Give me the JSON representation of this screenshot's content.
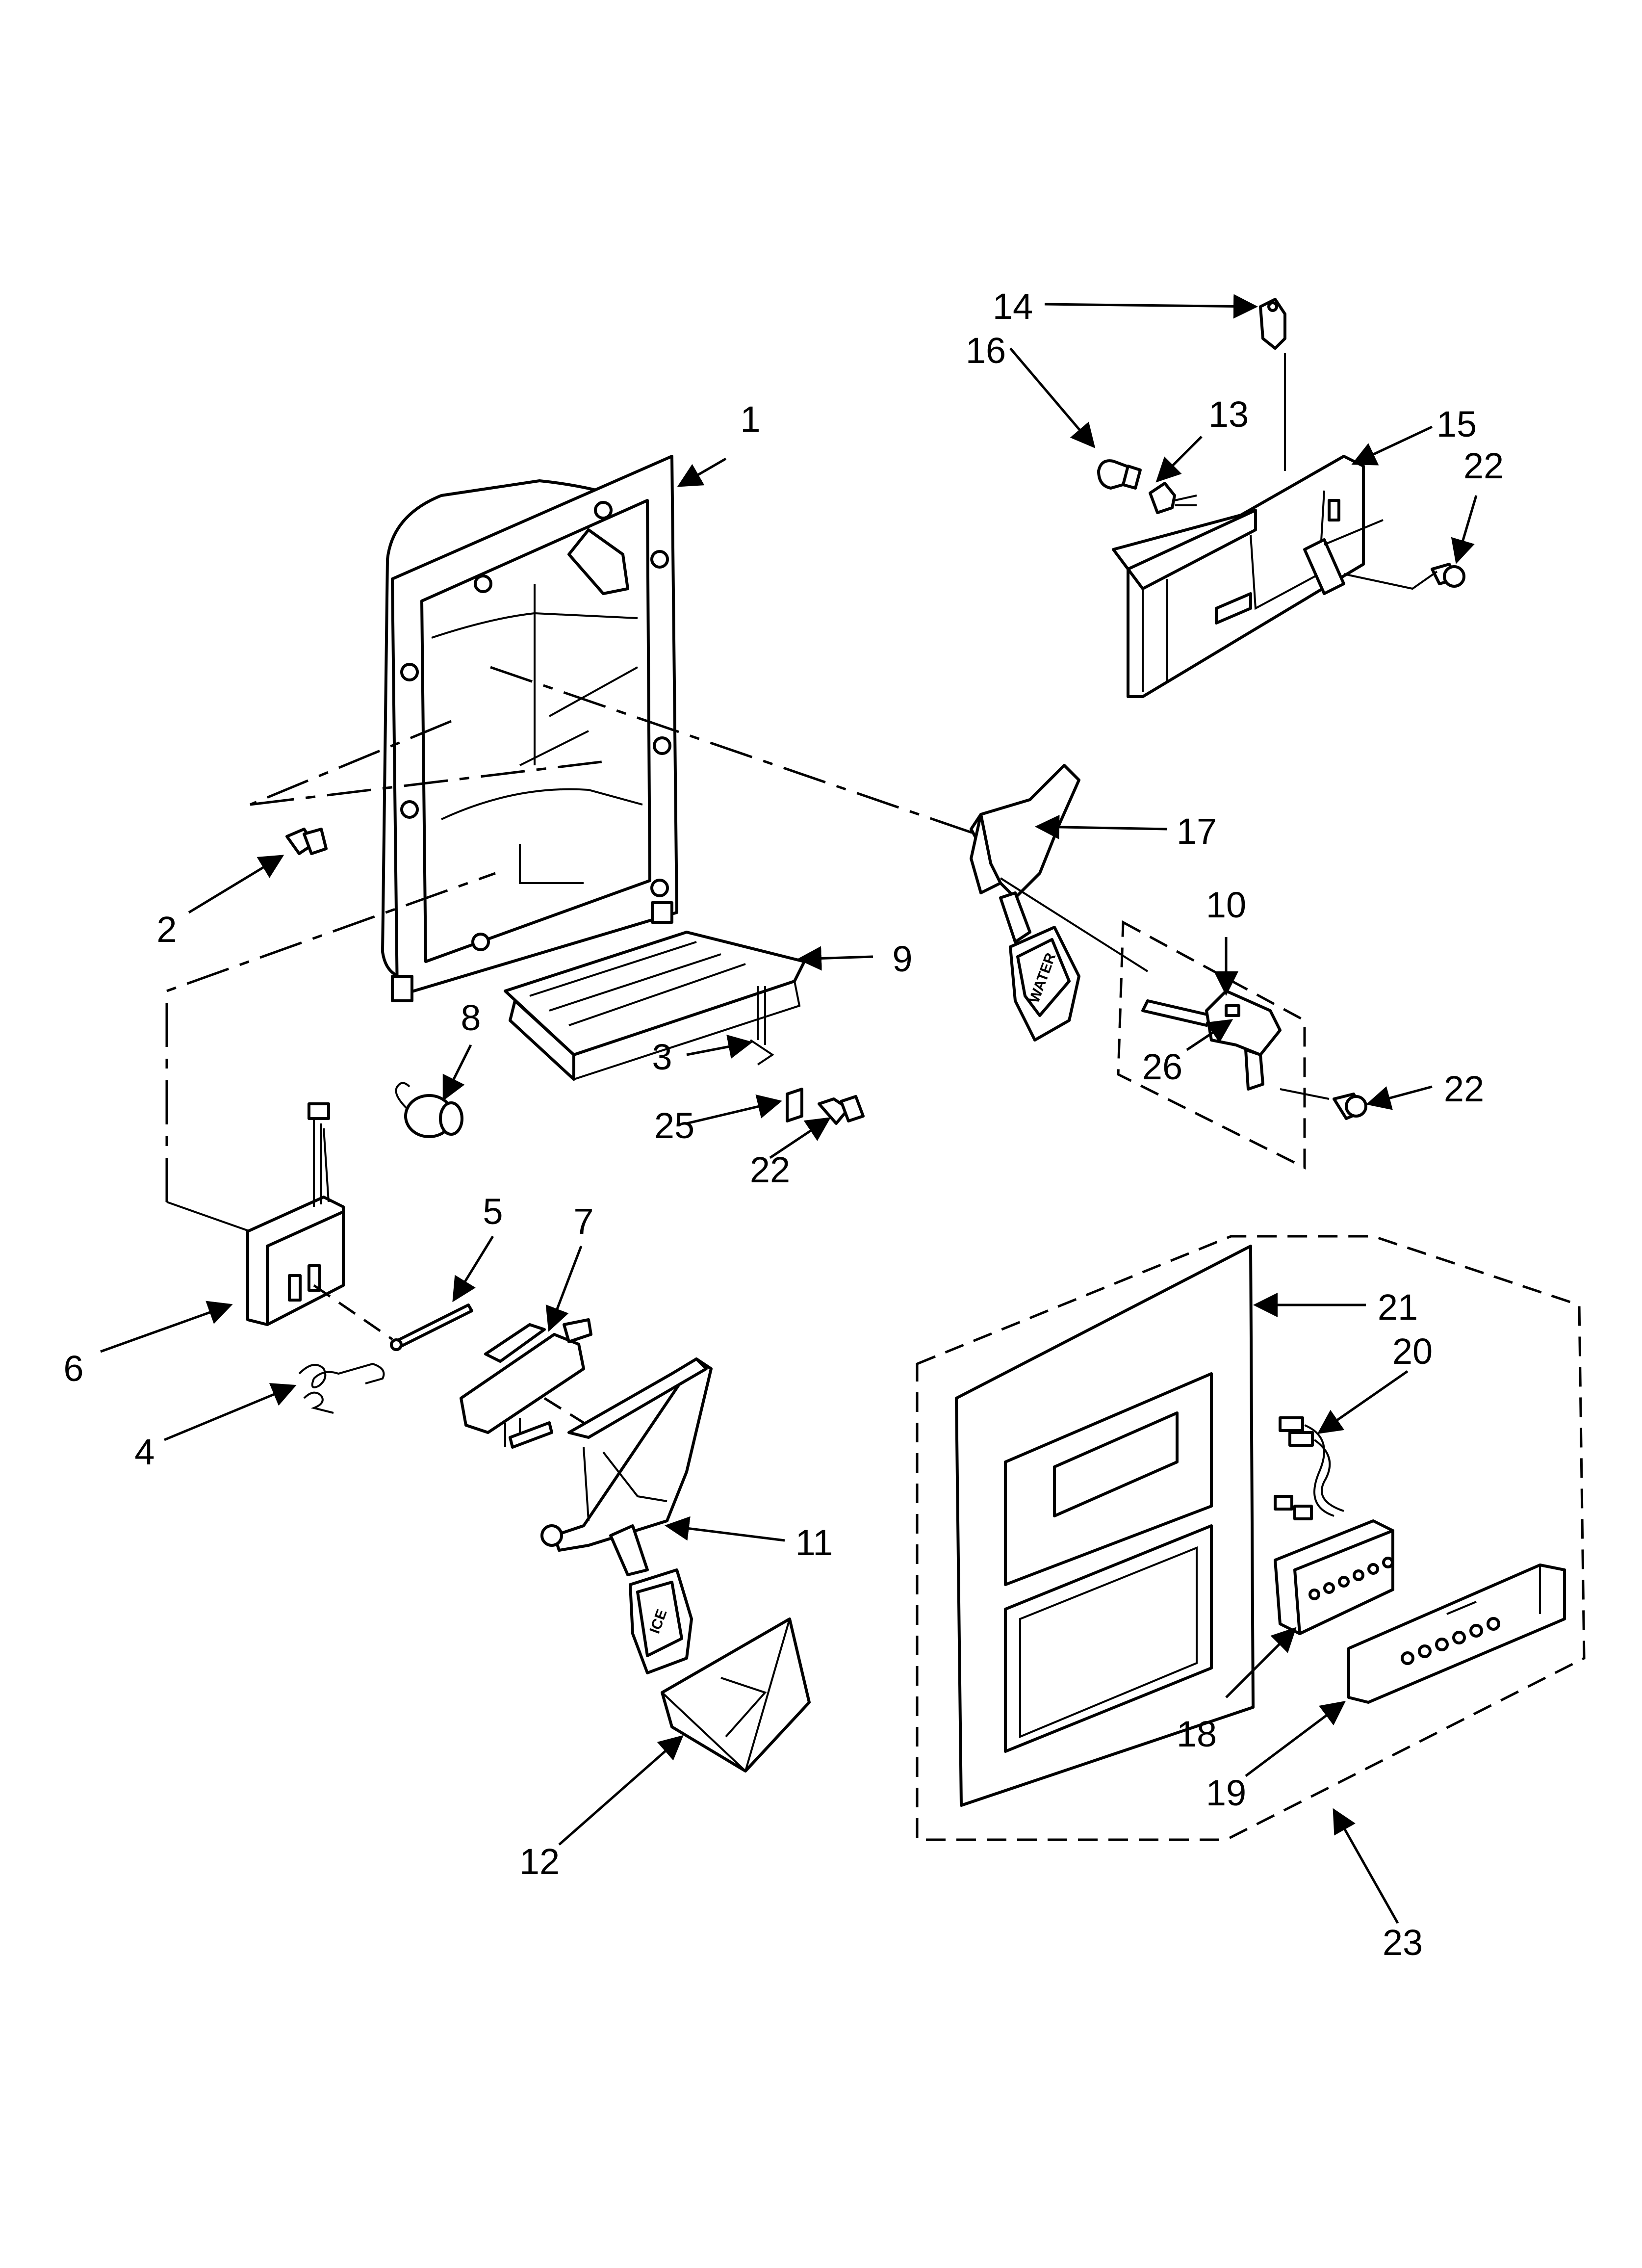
{
  "diagram": {
    "callouts": {
      "c1": "1",
      "c2": "2",
      "c3": "3",
      "c4": "4",
      "c5": "5",
      "c6": "6",
      "c7": "7",
      "c8": "8",
      "c9": "9",
      "c10": "10",
      "c11": "11",
      "c12": "12",
      "c13": "13",
      "c14": "14",
      "c15": "15",
      "c16": "16",
      "c17": "17",
      "c18": "18",
      "c19": "19",
      "c20": "20",
      "c21": "21",
      "c22a": "22",
      "c22b": "22",
      "c22c": "22",
      "c23": "23",
      "c25": "25",
      "c26": "26"
    },
    "pad_labels": {
      "water": "WATER",
      "ice": "ICE"
    }
  }
}
